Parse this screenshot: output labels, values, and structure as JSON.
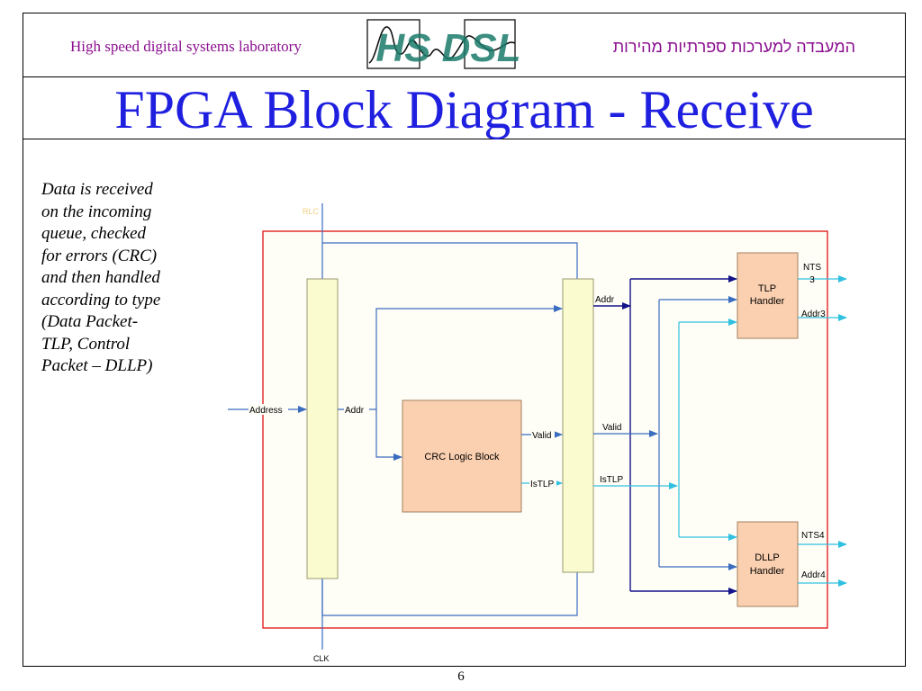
{
  "header": {
    "lab_name_en": "High speed digital systems laboratory",
    "lab_name_he": "המעבדה למערכות ספרתיות מהירות",
    "logo_text": "HS DSL"
  },
  "slide": {
    "title": "FPGA Block Diagram - Receive",
    "description": "Data is received\non the incoming\nqueue, checked\nfor errors (CRC)\nand then handled\naccording to type\n(Data Packet-\nTLP, Control\nPacket – DLLP)",
    "page_number": "6"
  },
  "diagram": {
    "top_input_label": "RLC",
    "clk_label": "CLK",
    "address_label": "Address",
    "addr_label": "Addr",
    "crc_block": "CRC Logic Block",
    "crc_valid": "Valid",
    "crc_istlp": "IsTLP",
    "out_addr": "Addr",
    "out_valid": "Valid",
    "out_istlp": "IsTLP",
    "tlp_line1": "TLP",
    "tlp_line2": "Handler",
    "tlp_nts_line1": "NTS",
    "tlp_nts_line2": "3",
    "tlp_addr": "Addr3",
    "dllp_line1": "DLLP",
    "dllp_line2": "Handler",
    "dllp_nts": "NTS4",
    "dllp_addr": "Addr4"
  },
  "colors": {
    "lab_text": "#8a0f8f",
    "title": "#1f1fe0",
    "frame_red": "#e01010",
    "register_fill": "#fbfbd0",
    "block_fill": "#fbd0b0",
    "mid_blue": "#3a6cc0",
    "dark_blue": "#12128a",
    "cyan": "#30c0e0"
  }
}
